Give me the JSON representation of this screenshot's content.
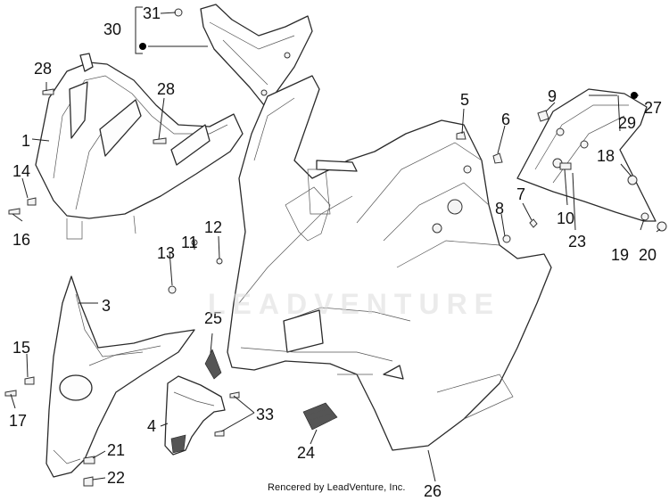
{
  "diagram": {
    "callouts": [
      "1",
      "3",
      "4",
      "5",
      "6",
      "7",
      "8",
      "9",
      "10",
      "11",
      "12",
      "13",
      "14",
      "15",
      "16",
      "17",
      "18",
      "19",
      "20",
      "21",
      "22",
      "23",
      "24",
      "25",
      "26",
      "27",
      "28",
      "28",
      "29",
      "30",
      "31",
      "33"
    ],
    "watermark": "LEADVENTURE",
    "footer": "Rencered by LeadVenture, Inc."
  }
}
